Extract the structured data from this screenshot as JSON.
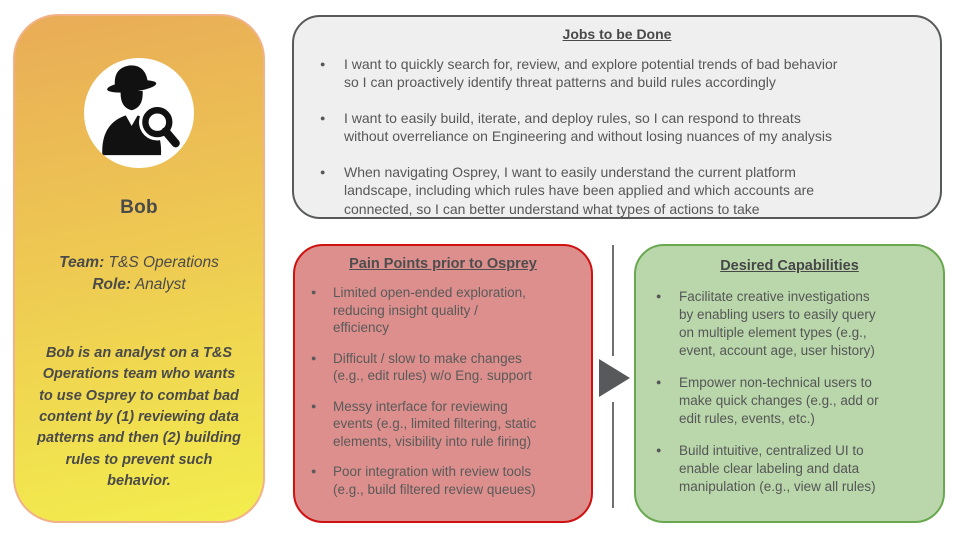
{
  "persona": {
    "name": "Bob",
    "team_label": "Team:",
    "team_value": "T&S Operations",
    "role_label": "Role:",
    "role_value": "Analyst",
    "bio": "Bob is an analyst on a T&S\nOperations team who wants\nto use Osprey to combat bad\ncontent by (1) reviewing data\npatterns and then (2) building\nrules to prevent such\nbehavior.",
    "avatar_icon": "detective-with-magnifying-glass-icon",
    "card_gradient_top": "#e9ac57",
    "card_gradient_bottom": "#f3ee4d",
    "card_border": "#f1b287"
  },
  "jobs": {
    "title": "Jobs to be Done",
    "fill": "#efefef",
    "border": "#58595b",
    "bullets": [
      "I want to quickly search for, review, and explore potential trends of bad behavior\nso I can proactively identify threat patterns and build rules accordingly",
      "I want to easily build, iterate, and deploy rules, so I can respond to threats\nwithout overreliance on Engineering and without losing nuances of my analysis",
      "When navigating Osprey, I want to easily understand the current platform\nlandscape, including which rules have been applied and which accounts are\nconnected, so I can better understand what types of actions to take"
    ]
  },
  "pain_points": {
    "title": "Pain Points prior to Osprey",
    "fill": "#dc8f8c",
    "border": "#cf1110",
    "bullets": [
      "Limited open-ended exploration,\nreducing insight quality /\nefficiency",
      "Difficult / slow to make changes\n(e.g., edit rules) w/o Eng. support",
      "Messy interface for reviewing\nevents (e.g., limited filtering, static\nelements, visibility into rule firing)",
      "Poor integration with review tools\n(e.g., build filtered review queues)"
    ]
  },
  "capabilities": {
    "title": "Desired Capabilities",
    "fill": "#b9d7ab",
    "border": "#6aa84f",
    "bullets": [
      "Facilitate creative investigations\nby enabling users to easily query\non multiple element types (e.g.,\nevent, account age, user history)",
      "Empower non-technical users to\nmake quick changes (e.g., add or\nedit rules, events, etc.)",
      "Build intuitive, centralized UI to\nenable clear labeling and data\nmanipulation (e.g., view all rules)"
    ]
  },
  "ui": {
    "bullet_glyph": "●",
    "arrow_color": "#58595b",
    "divider_color": "#707070"
  }
}
